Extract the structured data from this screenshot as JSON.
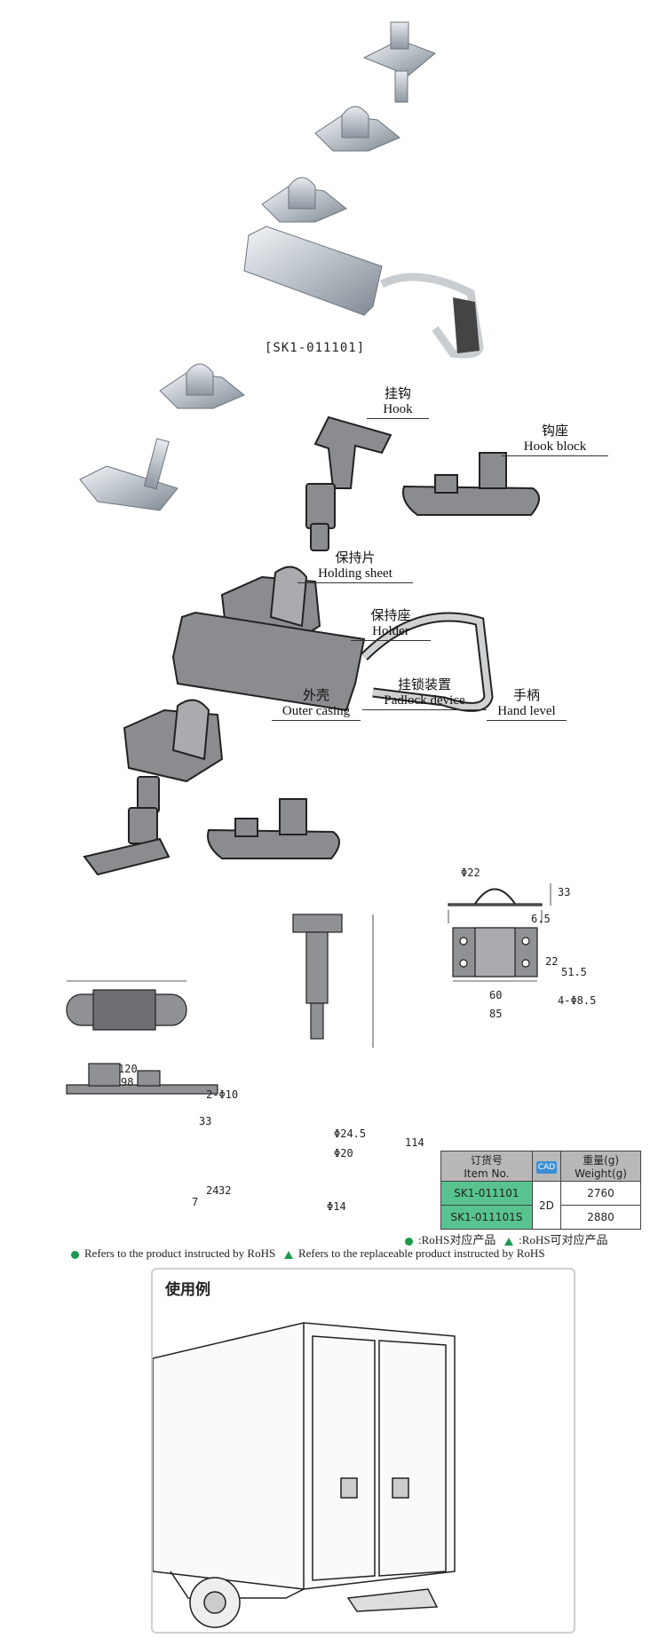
{
  "photo_caption": "[SK1-011101]",
  "parts": {
    "hook": {
      "cn": "挂钩",
      "en": "Hook"
    },
    "hook_block": {
      "cn": "钩座",
      "en": "Hook block"
    },
    "holding_sheet": {
      "cn": "保持片",
      "en": "Holding sheet"
    },
    "holder": {
      "cn": "保持座",
      "en": "Holder"
    },
    "outer_casing": {
      "cn": "外壳",
      "en": "Outer casing"
    },
    "padlock": {
      "cn": "挂锁装置",
      "en": "Padlock device"
    },
    "handle": {
      "cn": "手柄",
      "en": "Hand level"
    }
  },
  "dims": {
    "holder": {
      "phi22": "Φ22",
      "h33": "33",
      "t65": "6.5",
      "w22": "22",
      "w515": "51.5",
      "w60": "60",
      "w85": "85",
      "holes": "4-Φ8.5"
    },
    "block": {
      "w120": "120",
      "w98": "98",
      "holes": "2-Φ10",
      "h33": "33",
      "h24": "24",
      "h32": "32",
      "h7": "7"
    },
    "hook": {
      "d245": "Φ24.5",
      "d20": "Φ20",
      "d14": "Φ14",
      "h114": "114"
    }
  },
  "table": {
    "col_item_cn": "订货号",
    "col_item_en": "Item No.",
    "cad_icon": "CAD",
    "col_weight_cn": "重量(g)",
    "col_weight_en": "Weight(g)",
    "rows": [
      {
        "item": "SK1-011101",
        "weight": "2760"
      },
      {
        "item": "SK1-011101S",
        "weight": "2880"
      }
    ],
    "cad_value": "2D"
  },
  "notes": {
    "rohs_cn": ":RoHS对应产品",
    "replace_cn": ":RoHS可对应产品",
    "rohs_en": "Refers to the product instructed by RoHS",
    "replace_en": "Refers to the replaceable product instructed by RoHS"
  },
  "usage_title": "使用例",
  "colors": {
    "accent_green": "#1a9a4a",
    "table_green": "#58c38f",
    "header_gray": "#b8b8b8",
    "cad_blue": "#3a8fd6"
  }
}
